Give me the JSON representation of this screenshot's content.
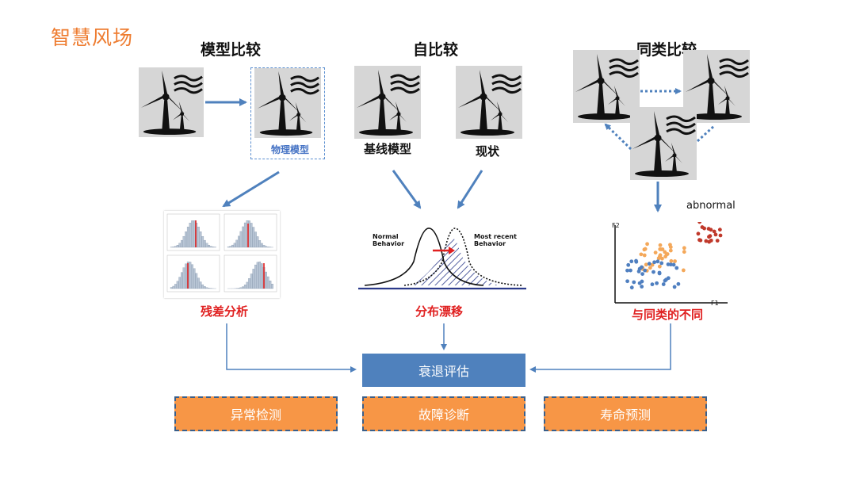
{
  "page": {
    "title": "智慧风场"
  },
  "sections": {
    "model_compare": "模型比较",
    "self_compare": "自比较",
    "peer_compare": "同类比较"
  },
  "labels": {
    "physical_model": "物理模型",
    "baseline_model": "基线模型",
    "current_state": "现状",
    "residual_analysis": "残差分析",
    "distribution_drift": "分布漂移",
    "peer_difference": "与同类的不同",
    "abnormal": "abnormal",
    "normal_behavior_1": "Normal",
    "normal_behavior_2": "Behavior",
    "most_recent_1": "Most recent",
    "most_recent_2": "Behavior",
    "axis_f1": "F1",
    "axis_f2": "F2"
  },
  "center_box": {
    "label": "衰退评估"
  },
  "outputs": [
    {
      "label": "异常检测"
    },
    {
      "label": "故障诊断"
    },
    {
      "label": "寿命预测"
    }
  ],
  "colors": {
    "title": "#ee7c30",
    "arrow": "#4f81bd",
    "center_box": "#4f81bd",
    "output_box": "#f79646",
    "red_label": "#e02020",
    "scatter_orange": "#f4a85a",
    "scatter_blue": "#4f7fc0",
    "scatter_red": "#c0392b"
  }
}
